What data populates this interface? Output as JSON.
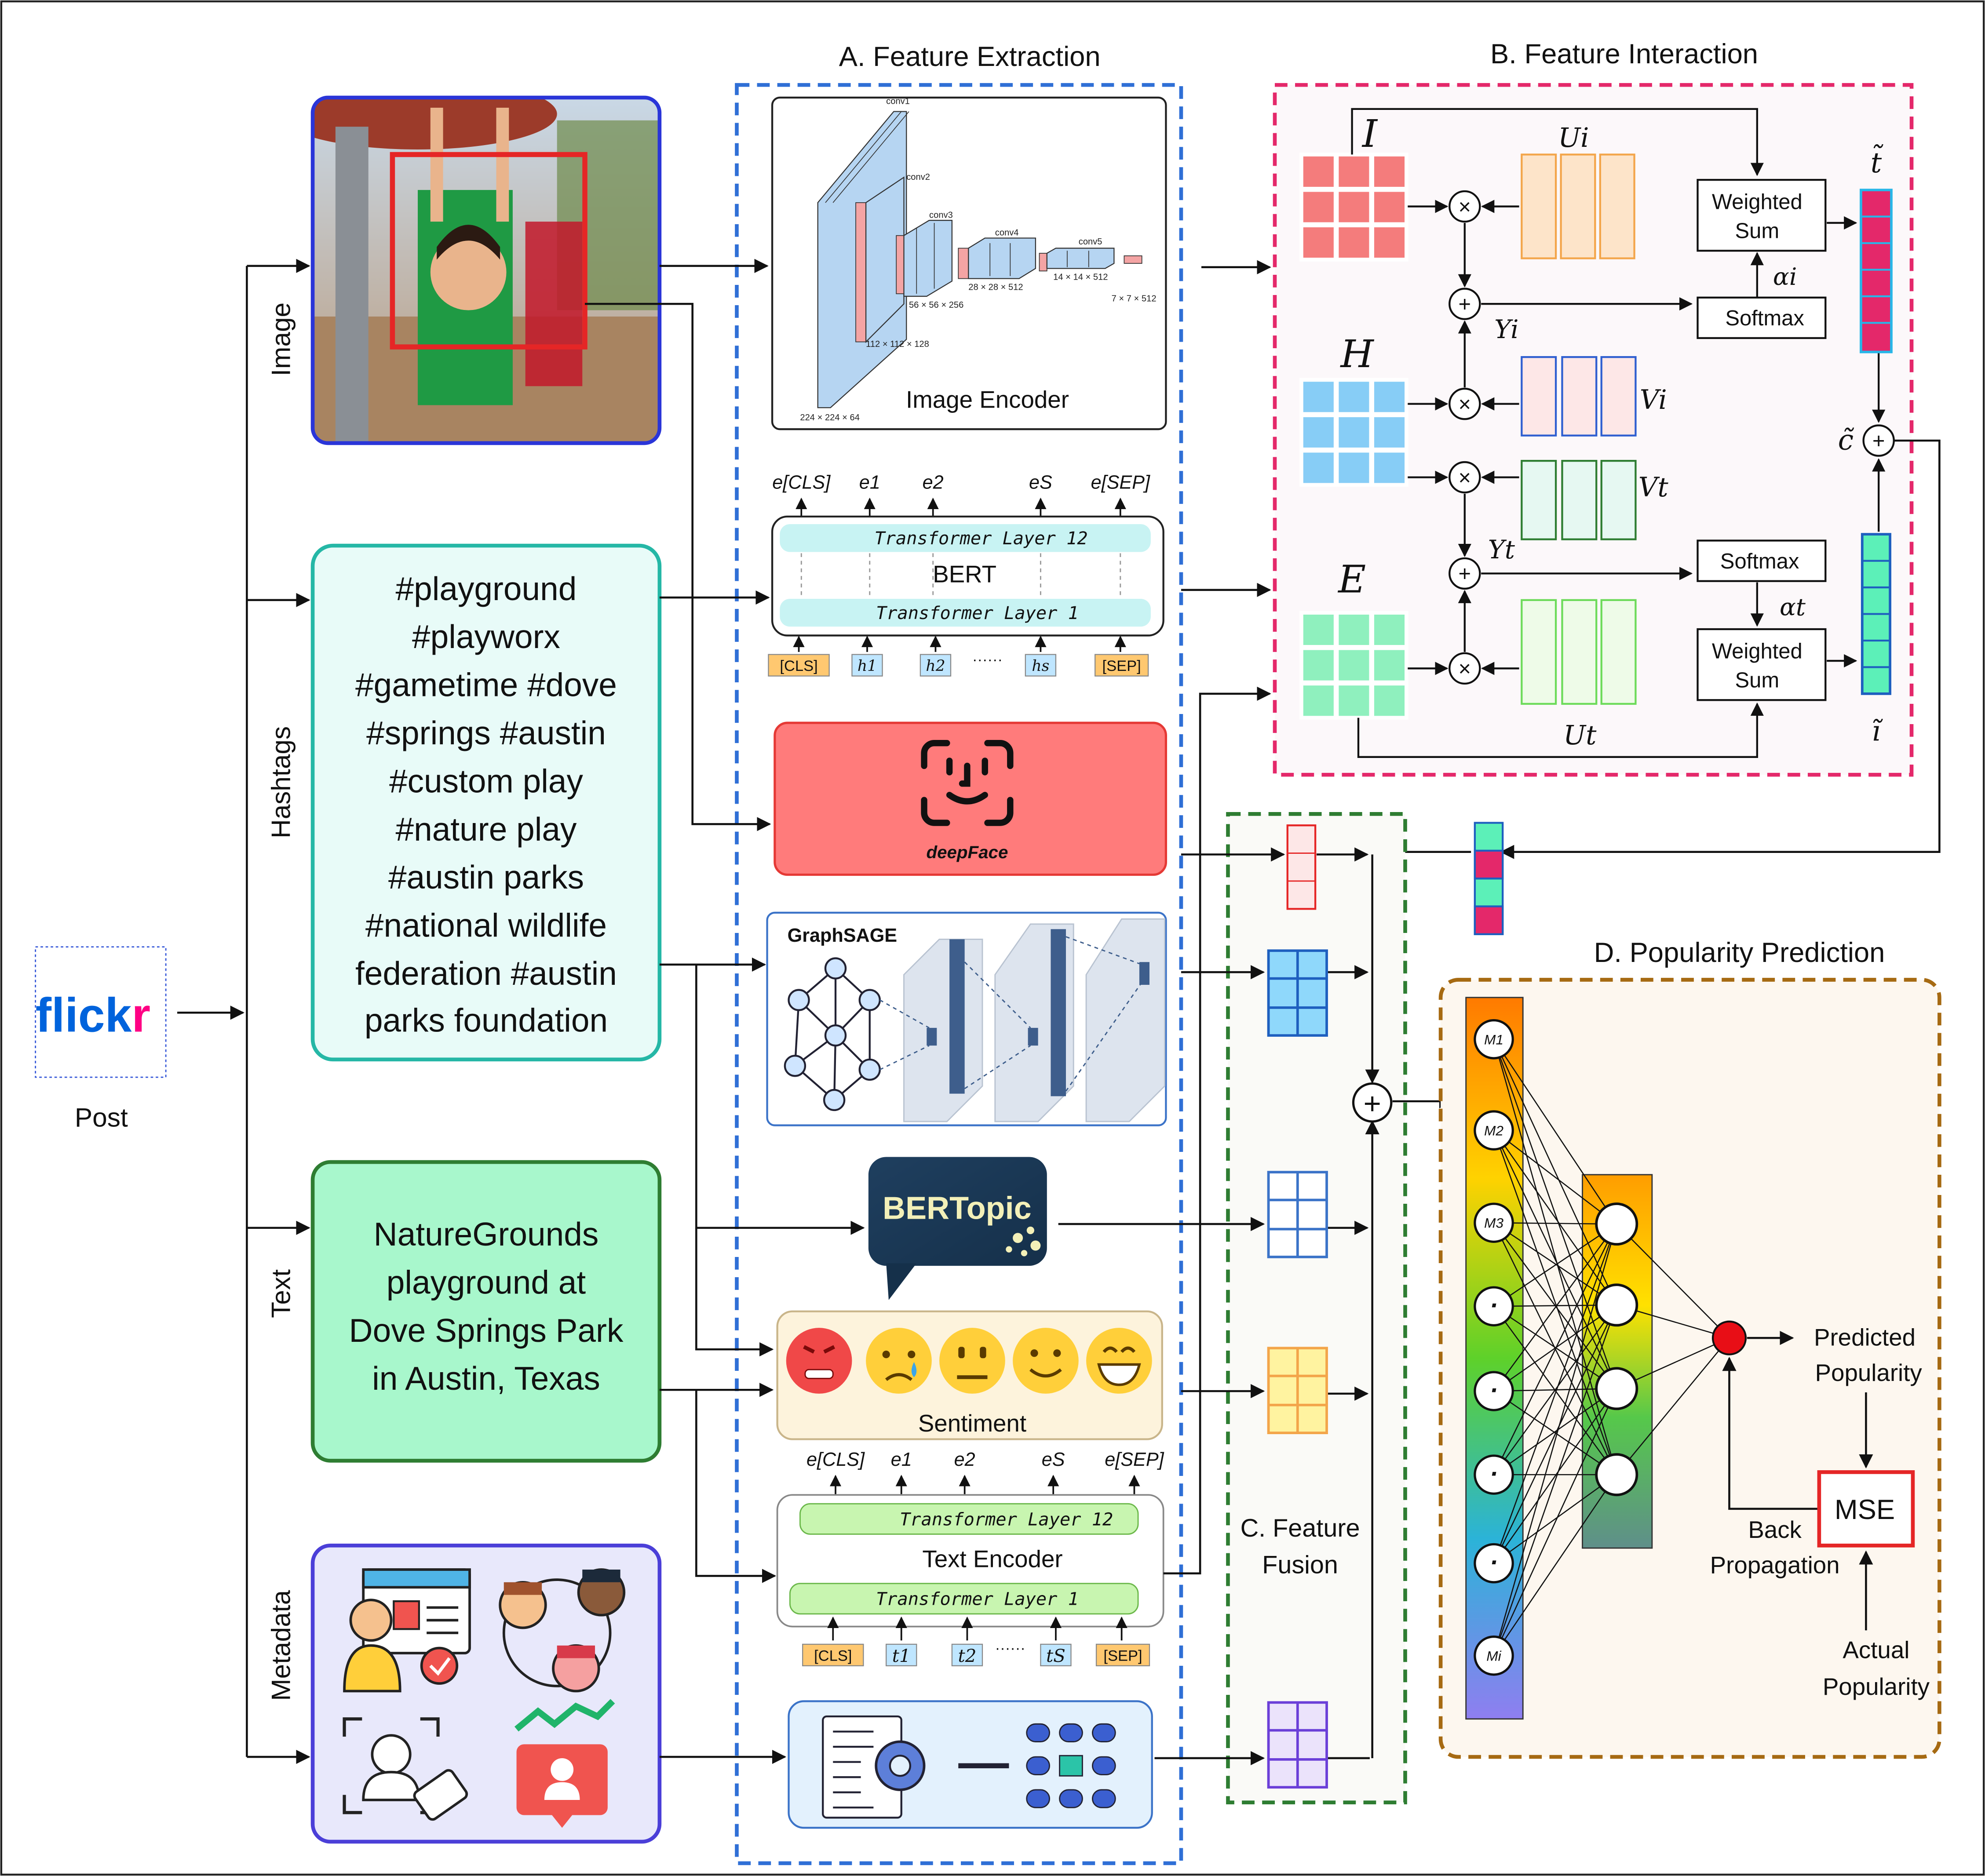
{
  "post": {
    "logo_text_a": "flick",
    "logo_text_b": "r",
    "label": "Post"
  },
  "inputs": {
    "image_label": "Image",
    "hashtags_label": "Hashtags",
    "text_label": "Text",
    "metadata_label": "Metadata",
    "hashtag_lines": [
      "#playground",
      "#playworx",
      "#gametime #dove",
      "#springs #austin",
      "#custom play",
      "#nature play",
      "#austin parks",
      "#national wildlife",
      "federation #austin",
      "parks foundation"
    ],
    "text_lines": [
      "NatureGrounds",
      "playground at",
      "Dove Springs Park",
      "in Austin, Texas"
    ]
  },
  "sections": {
    "feature_extraction": "A. Feature Extraction",
    "feature_interaction": "B. Feature Interaction",
    "feature_fusion_line1": "C. Feature",
    "feature_fusion_line2": "Fusion",
    "popularity_prediction": "D. Popularity Prediction"
  },
  "extraction": {
    "image_encoder": "Image Encoder",
    "vgg_labels": {
      "conv1": "conv1",
      "conv2": "conv2",
      "conv3": "conv3",
      "conv4": "conv4",
      "conv5": "conv5",
      "d1": "224 × 224 × 64",
      "d2": "112 × 112 × 128",
      "d3": "56 × 56 × 256",
      "d4": "28 × 28 × 512",
      "d5": "14 × 14 × 512",
      "d6": "7 × 7 × 512"
    },
    "bert": {
      "outputs": [
        "e[CLS]",
        "e1",
        "e2",
        "eS",
        "e[SEP]"
      ],
      "layer_top": "Transformer Layer  12",
      "layer_bottom": "Transformer Layer  1",
      "name": "BERT",
      "inputs": [
        "[CLS]",
        "h1",
        "h2",
        "······",
        "hs",
        "[SEP]"
      ]
    },
    "deepface": "deepFace",
    "graphsage": "GraphSAGE",
    "bertopic": "BERTopic",
    "sentiment": "Sentiment",
    "text_encoder": {
      "outputs": [
        "e[CLS]",
        "e1",
        "e2",
        "eS",
        "e[SEP]"
      ],
      "layer_top": "Transformer Layer 12",
      "layer_bottom": "Transformer Layer  1",
      "name": "Text Encoder",
      "inputs": [
        "[CLS]",
        "t1",
        "t2",
        "······",
        "tS",
        "[SEP]"
      ]
    }
  },
  "interaction": {
    "I": "I",
    "H": "H",
    "E": "E",
    "Ui": "Ui",
    "Vi": "Vi",
    "Vt": "Vt",
    "Ut": "Ut",
    "Yi": "Yi",
    "Yt": "Yt",
    "weighted_sum_top": [
      "Weighted",
      "Sum"
    ],
    "softmax_top": "Softmax",
    "softmax_bottom": "Softmax",
    "weighted_sum_bottom": [
      "Weighted",
      "Sum"
    ],
    "alpha_i": "αi",
    "alpha_t": "αt",
    "t_tilde": "t̃",
    "c_tilde": "c̃",
    "i_tilde": "ĩ",
    "times": "×",
    "plus": "+"
  },
  "prediction": {
    "nodes_left": [
      "M1",
      "M2",
      "M3",
      "·",
      "·",
      "·",
      "·",
      "Mi"
    ],
    "predicted": [
      "Predicted",
      "Popularity"
    ],
    "mse": "MSE",
    "back_prop": [
      "Back",
      "Propagation"
    ],
    "actual": [
      "Actual",
      "Popularity"
    ]
  },
  "colors": {
    "blue_dash": "#2f6fd6",
    "pink_dash": "#e4286a",
    "green_dash": "#2e7d32",
    "brown_dash": "#a66a12",
    "hashtag_bg": "#e8fbf8",
    "hashtag_border": "#25b7a6",
    "text_bg": "#a8f7cc",
    "text_border": "#2e7d32",
    "meta_bg": "#e8e8fb",
    "meta_border": "#4b3fd8",
    "deepface_bg": "#ff7b7b",
    "deepface_border": "#e53935"
  }
}
